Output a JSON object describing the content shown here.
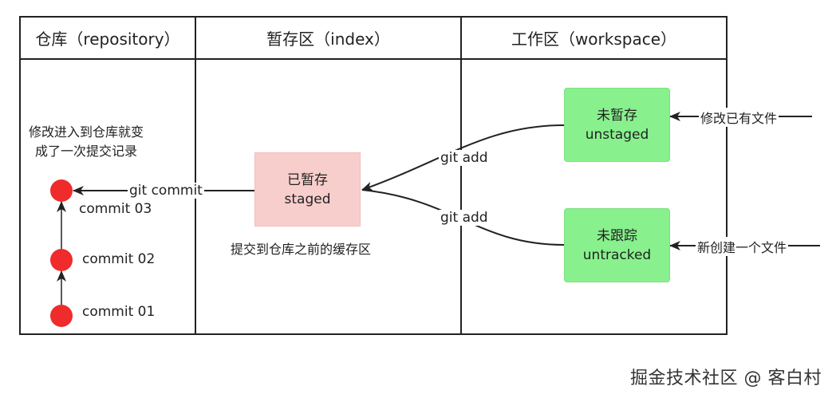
{
  "columns": {
    "repository": "仓库（repository）",
    "index": "暂存区（index）",
    "workspace": "工作区（workspace）"
  },
  "repository": {
    "note_line1": "修改进入到仓库就变",
    "note_line2": "成了一次提交记录",
    "commits": [
      "commit  03",
      "commit  02",
      "commit  01"
    ]
  },
  "index": {
    "staged_title": "已暂存",
    "staged_subtitle": "staged",
    "caption": "提交到仓库之前的缓存区"
  },
  "workspace": {
    "unstaged_title": "未暂存",
    "unstaged_subtitle": "unstaged",
    "untracked_title": "未跟踪",
    "untracked_subtitle": "untracked"
  },
  "arrows": {
    "git_commit": "git commit",
    "git_add_top": "git add",
    "git_add_bottom": "git add",
    "modify_file": "修改已有文件",
    "new_file": "新创建一个文件"
  },
  "footer": "掘金技术社区 @ 客白村",
  "colors": {
    "commit_dot": "#ef2b2b",
    "staged_fill": "#f8cecc",
    "workspace_fill": "#88f18d",
    "line": "#222222"
  }
}
